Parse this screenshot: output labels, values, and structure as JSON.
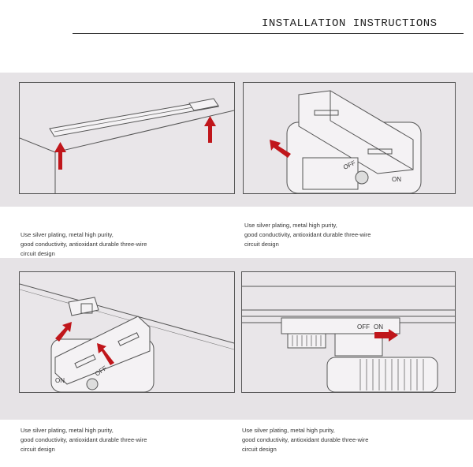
{
  "header": {
    "title": "INSTALLATION INSTRUCTIONS"
  },
  "panels": [
    {
      "id": "panel-1",
      "caption": null
    },
    {
      "id": "panel-2",
      "caption": [
        "Use silver plating, metal high purity,",
        "good conductivity, antioxidant durable three-wire",
        "circuit design"
      ]
    },
    {
      "id": "panel-3",
      "caption": [
        "Use silver plating, metal high purity,",
        "good conductivity, antioxidant durable three-wire",
        "circuit design"
      ]
    },
    {
      "id": "panel-4",
      "caption": [
        "Use silver plating, metal high purity,",
        "good conductivity, antioxidant durable three-wire",
        "circuit design"
      ]
    }
  ],
  "captions": {
    "left_top": [
      "Use silver plating, metal high purity,",
      "good conductivity, antioxidant durable three-wire",
      "circuit design"
    ],
    "right_top": [
      "Use silver plating, metal high purity,",
      "good conductivity, antioxidant durable three-wire",
      "circuit design"
    ],
    "left_bottom": [
      "Use silver plating, metal high purity,",
      "good conductivity, antioxidant durable three-wire",
      "circuit design"
    ],
    "right_bottom": [
      "Use silver plating, metal high purity,",
      "good conductivity, antioxidant durable three-wire",
      "circuit design"
    ]
  },
  "switch_labels": {
    "off": "OFF",
    "on": "ON"
  },
  "colors": {
    "arrow": "#c0161b",
    "background": "#e6e3e6",
    "line": "#444444"
  }
}
